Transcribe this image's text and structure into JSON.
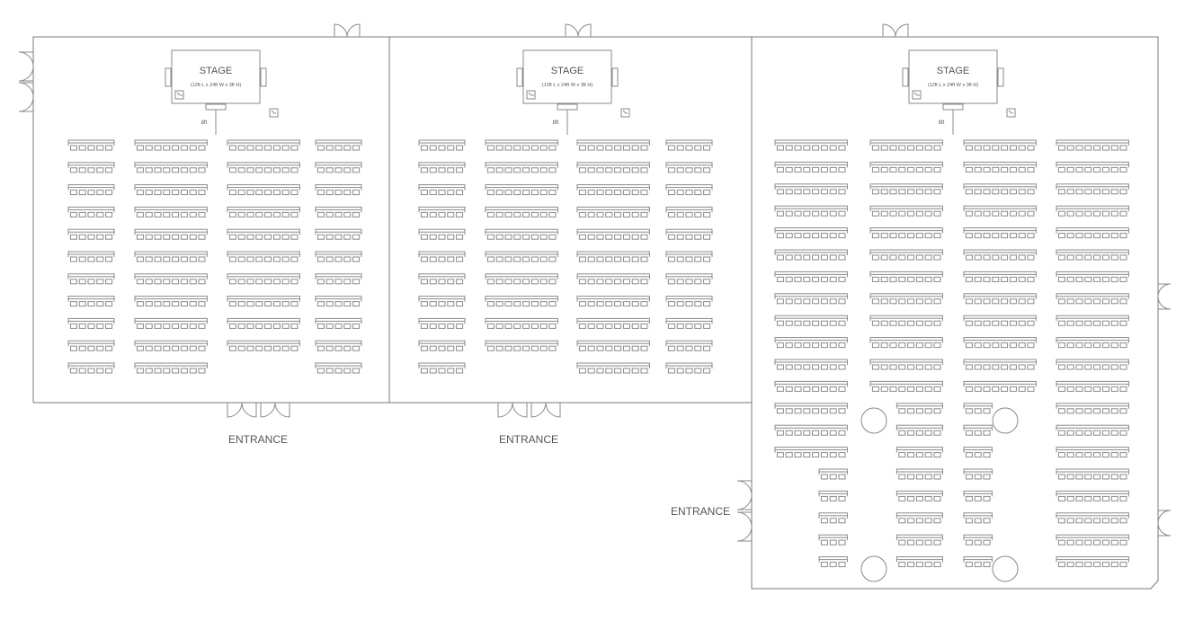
{
  "stage": {
    "title": "STAGE",
    "dimensions": "(12ft L x 24ft W x 3ft H)",
    "distance_label": "8ft"
  },
  "entrance_label": "ENTRANCE",
  "colors": {
    "line": "#8a8a8a",
    "wall": "#7a7a7a",
    "text": "#555555",
    "background": "#ffffff"
  },
  "rooms": [
    {
      "name": "room-1",
      "rows": 11,
      "sections": [
        {
          "seats": 5,
          "rows": 11
        },
        {
          "seats": 8,
          "rows": 11
        },
        {
          "seats": 8,
          "rows": 10
        },
        {
          "seats": 5,
          "rows": 11
        }
      ]
    },
    {
      "name": "room-2",
      "rows": 11,
      "sections": [
        {
          "seats": 5,
          "rows": 11
        },
        {
          "seats": 8,
          "rows": 10
        },
        {
          "seats": 8,
          "rows": 11
        },
        {
          "seats": 5,
          "rows": 11
        }
      ]
    },
    {
      "name": "room-3",
      "rows": 20,
      "sections": [
        {
          "seats": 8,
          "rows": 15,
          "extra": {
            "seats": 3,
            "rows": 5,
            "align": "right"
          }
        },
        {
          "seats": 8,
          "rows": 12,
          "extra": {
            "seats": 5,
            "rows": 8,
            "align": "right"
          }
        },
        {
          "seats": 8,
          "rows": 12,
          "extra": {
            "seats": 3,
            "rows": 8,
            "align": "left"
          }
        },
        {
          "seats": 8,
          "rows": 20
        }
      ]
    }
  ]
}
